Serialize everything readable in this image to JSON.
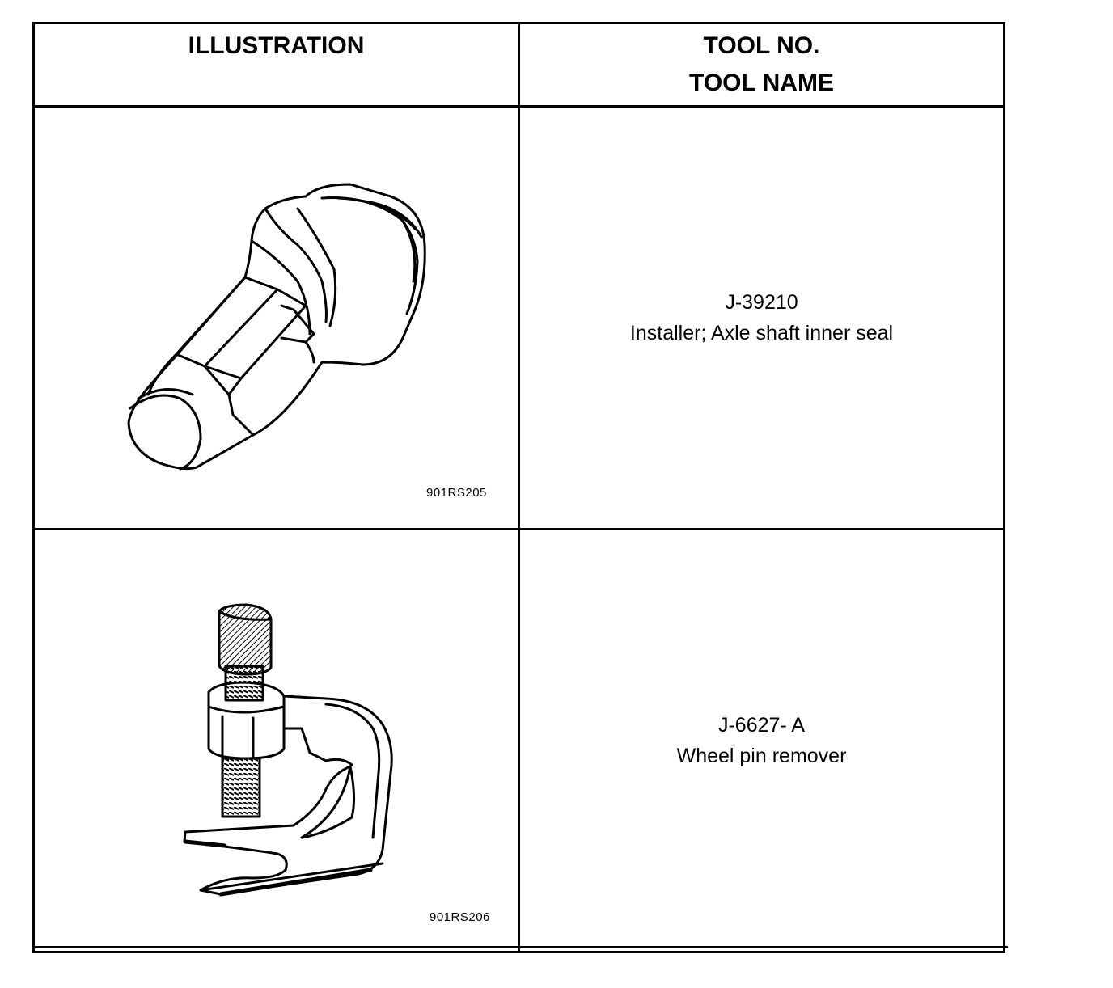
{
  "header": {
    "illustration": "ILLUSTRATION",
    "tool_no": "TOOL NO.",
    "tool_name": "TOOL NAME"
  },
  "rows": [
    {
      "figure_code": "901RS205",
      "tool_no": "J-39210",
      "tool_name": "Installer; Axle shaft inner seal",
      "icon": "axle-seal-installer-icon"
    },
    {
      "figure_code": "901RS206",
      "tool_no": "J-6627- A",
      "tool_name": "Wheel pin remover",
      "icon": "wheel-pin-remover-icon"
    }
  ]
}
